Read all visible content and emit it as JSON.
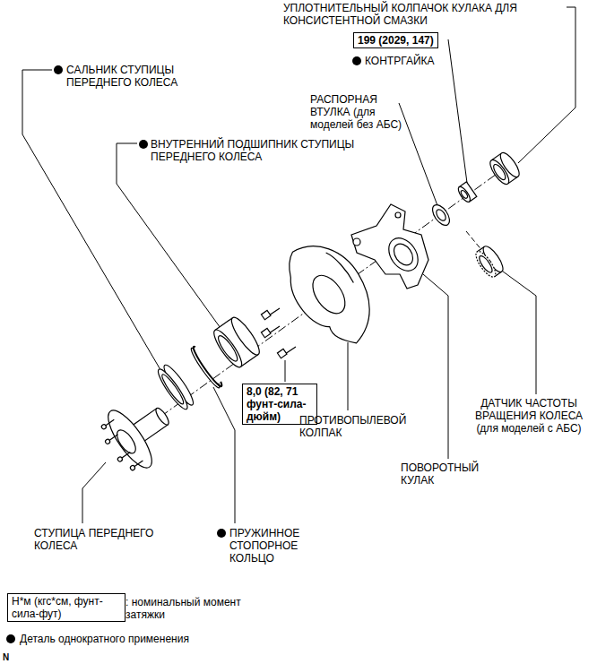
{
  "diagram": {
    "nodes": [
      {
        "text": [
          "199 (2029, 147)"
        ]
      },
      {
        "text": [
          "8,0 (82, 71 фунт-сила-дюйм)"
        ]
      },
      {
        "text": [
          "Н*м (кгс*см, фунт-сила-фут)"
        ]
      }
    ],
    "labels": [
      "УПЛОТНИТЕЛЬНЫЙ КОЛПАЧОК КУЛАКА ДЛЯ КОНСИСТЕНТНОЙ СМАЗКИ",
      "КОНТРГАЙКА",
      "САЛЬНИК СТУПИЦЫ ПЕРЕДНЕГО КОЛЕСА",
      "РАСПОРНАЯ ВТУЛКА (для моделей без АБС)",
      "ВНУТРЕННИЙ ПОДШИПНИК СТУПИЦЫ ПЕРЕДНЕГО КОЛЕСА",
      "ПРОТИВОПЫЛЕВОЙ КОЛПАК",
      "ДАТЧИК ЧАСТОТЫ ВРАЩЕНИЯ КОЛЕСА (для моделей с АБС)",
      "ПОВОРОТНЫЙ КУЛАК",
      "СТУПИЦА ПЕРЕДНЕГО КОЛЕСА",
      "ПРУЖИННОЕ СТОПОРНОЕ КОЛЬЦО",
      ": номинальный момент затяжки",
      "N"
    ],
    "legend": [
      {
        "text": "Деталь однократного применения"
      }
    ]
  }
}
